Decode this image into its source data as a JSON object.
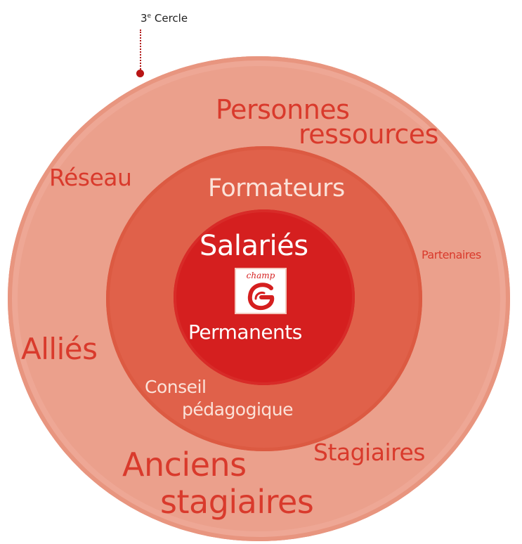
{
  "diagram": {
    "title": "3e Cercle",
    "outer_circle": {
      "labels": {
        "personnes": "Personnes",
        "ressources": "ressources",
        "reseau": "Réseau",
        "partenaires": "Partenaires",
        "allies": "Alliés",
        "stagiaires": "Stagiaires",
        "anciens": "Anciens",
        "anciens_stagiaires": "stagiaires"
      }
    },
    "middle_circle": {
      "labels": {
        "formateurs": "Formateurs",
        "conseil": "Conseil",
        "pedagogique": "pédagogique"
      }
    },
    "inner_circle": {
      "labels": {
        "salaries": "Salariés",
        "permanents": "Permanents"
      },
      "logo_text": "champ"
    }
  },
  "colors": {
    "outer": "#eba08c",
    "middle": "#e0614a",
    "inner": "#d51f1f",
    "outer_text": "#d93a2c",
    "light_text": "#fbe2d9"
  }
}
